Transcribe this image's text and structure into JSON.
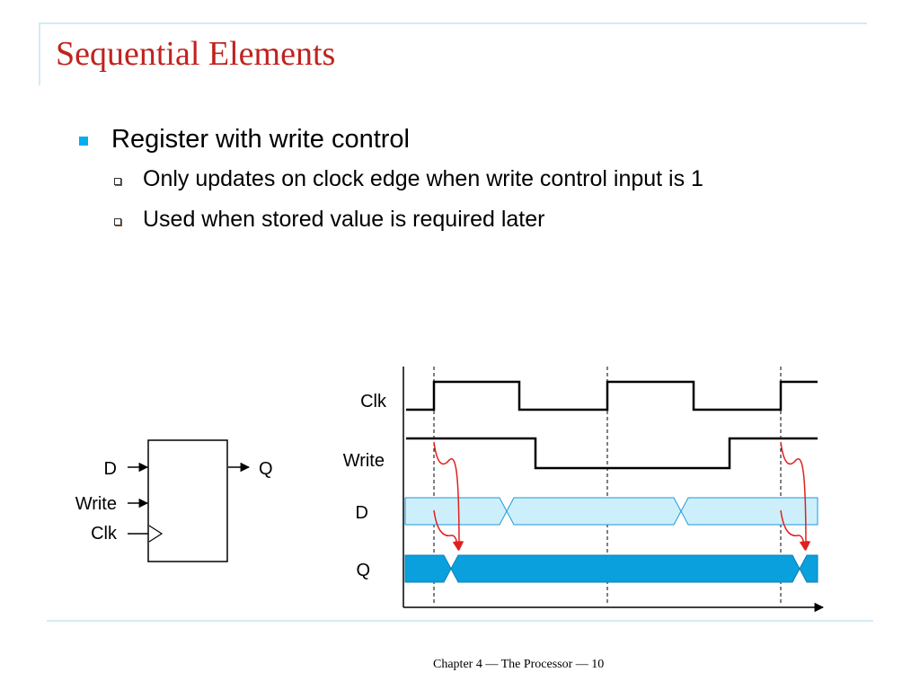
{
  "slide": {
    "title": "Sequential Elements",
    "bullets": [
      {
        "text": "Register with write control",
        "subbullets": [
          "Only updates on clock edge when write control input is 1",
          "Used when stored value is required later"
        ]
      }
    ],
    "footer": "Chapter 4 — The Processor — 10"
  },
  "register_diagram": {
    "inputs": [
      "D",
      "Write",
      "Clk"
    ],
    "output": "Q"
  },
  "timing_diagram": {
    "signals": [
      "Clk",
      "Write",
      "D",
      "Q"
    ]
  },
  "colors": {
    "title": "#c0231f",
    "bullet": "#00aeef",
    "d_signal": "#cdeffb",
    "q_signal": "#0aa0de",
    "arrow": "#e02020",
    "frame": "#d2ecf5"
  }
}
